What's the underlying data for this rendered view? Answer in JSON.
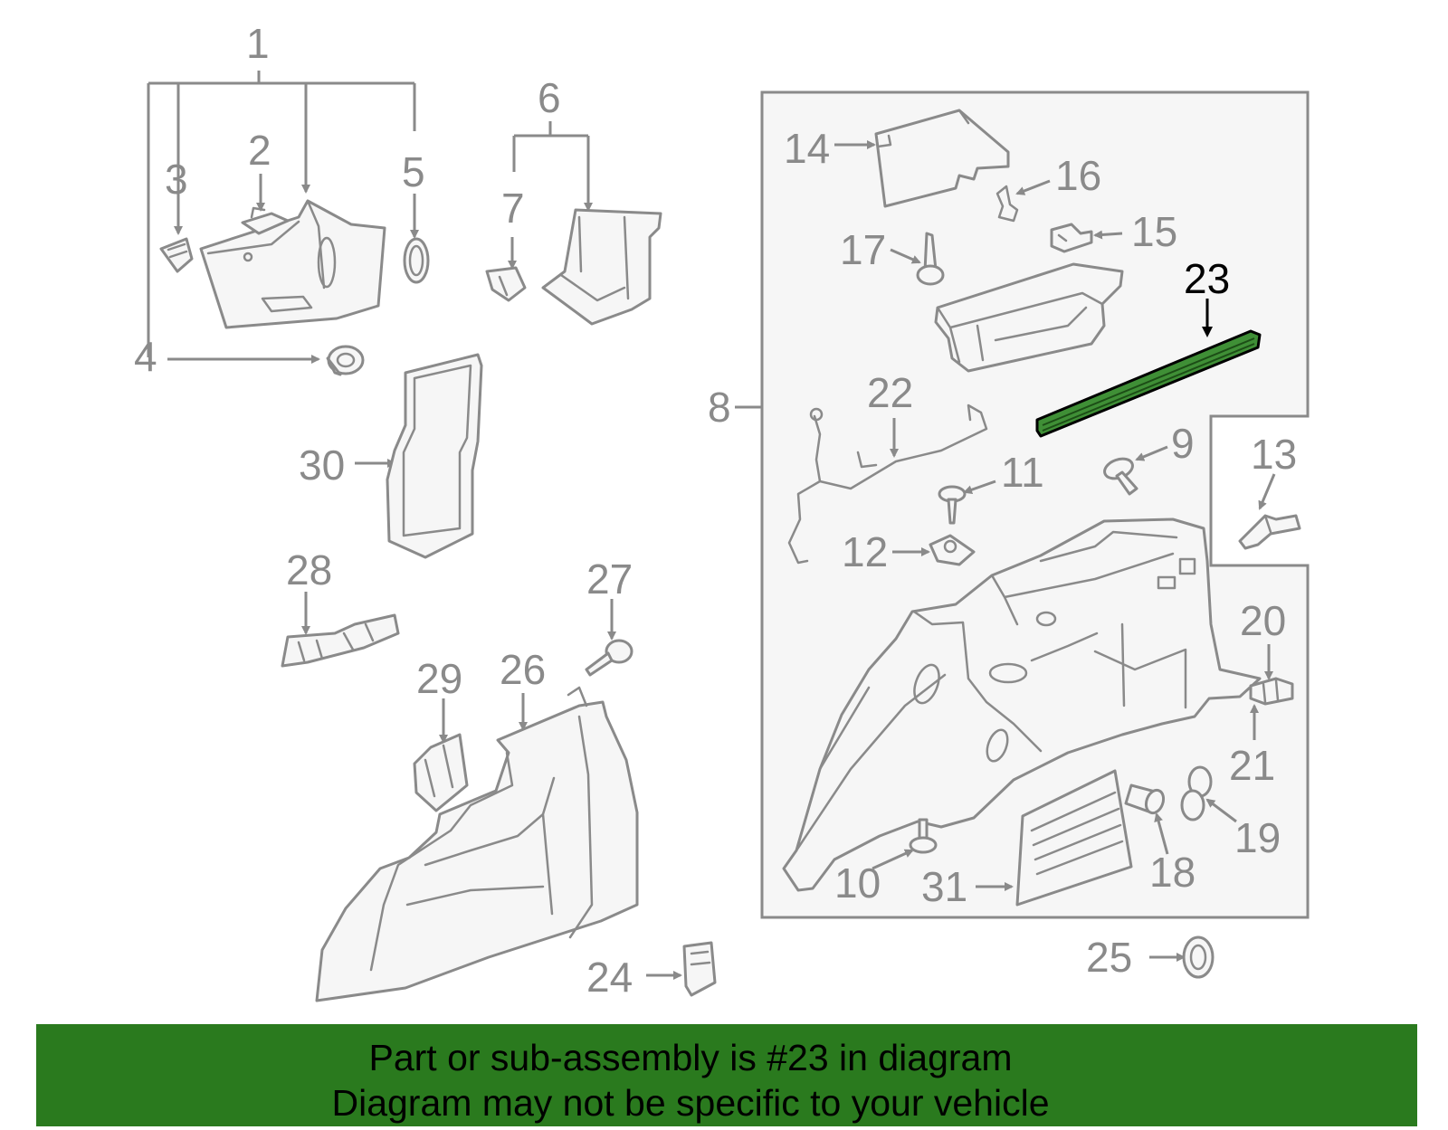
{
  "highlight": {
    "part_number": "23",
    "fill_color": "#3f8f36",
    "outline_color": "#000000"
  },
  "colors": {
    "parts_stroke": "#8a8a8a",
    "inset_background": "#f6f6f6",
    "banner_background": "#2a7a1e",
    "banner_text": "#000000"
  },
  "callouts": [
    {
      "id": "1",
      "label": "1"
    },
    {
      "id": "2",
      "label": "2"
    },
    {
      "id": "3",
      "label": "3"
    },
    {
      "id": "4",
      "label": "4"
    },
    {
      "id": "5",
      "label": "5"
    },
    {
      "id": "6",
      "label": "6"
    },
    {
      "id": "7",
      "label": "7"
    },
    {
      "id": "8",
      "label": "8"
    },
    {
      "id": "9",
      "label": "9"
    },
    {
      "id": "10",
      "label": "10"
    },
    {
      "id": "11",
      "label": "11"
    },
    {
      "id": "12",
      "label": "12"
    },
    {
      "id": "13",
      "label": "13"
    },
    {
      "id": "14",
      "label": "14"
    },
    {
      "id": "15",
      "label": "15"
    },
    {
      "id": "16",
      "label": "16"
    },
    {
      "id": "17",
      "label": "17"
    },
    {
      "id": "18",
      "label": "18"
    },
    {
      "id": "19",
      "label": "19"
    },
    {
      "id": "20",
      "label": "20"
    },
    {
      "id": "21",
      "label": "21"
    },
    {
      "id": "22",
      "label": "22"
    },
    {
      "id": "23",
      "label": "23"
    },
    {
      "id": "24",
      "label": "24"
    },
    {
      "id": "25",
      "label": "25"
    },
    {
      "id": "26",
      "label": "26"
    },
    {
      "id": "27",
      "label": "27"
    },
    {
      "id": "28",
      "label": "28"
    },
    {
      "id": "29",
      "label": "29"
    },
    {
      "id": "30",
      "label": "30"
    },
    {
      "id": "31",
      "label": "31"
    }
  ],
  "banner": {
    "line1": "Part or sub-assembly is #23 in diagram",
    "line2": "Diagram may not be specific to your vehicle"
  }
}
